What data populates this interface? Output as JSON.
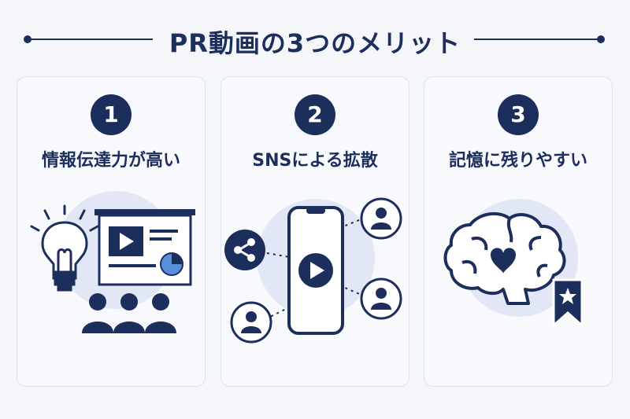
{
  "header": {
    "title": "PR動画の3つのメリット"
  },
  "cards": [
    {
      "number": "1",
      "title": "情報伝達力が高い",
      "icons": [
        "lightbulb-icon",
        "presentation-board-icon",
        "play-icon",
        "pie-chart-icon",
        "audience-icon"
      ]
    },
    {
      "number": "2",
      "title": "SNSによる拡散",
      "icons": [
        "share-icon",
        "smartphone-icon",
        "play-button-icon",
        "user-icon"
      ]
    },
    {
      "number": "3",
      "title": "記憶に残りやすい",
      "icons": [
        "brain-icon",
        "heart-icon",
        "bookmark-star-icon"
      ]
    }
  ],
  "colors": {
    "navy": "#1c2e5b",
    "circle_bg": "#e1e7f4",
    "accent_blue": "#5b8fdc",
    "card_bg": "#f7f9fc"
  }
}
